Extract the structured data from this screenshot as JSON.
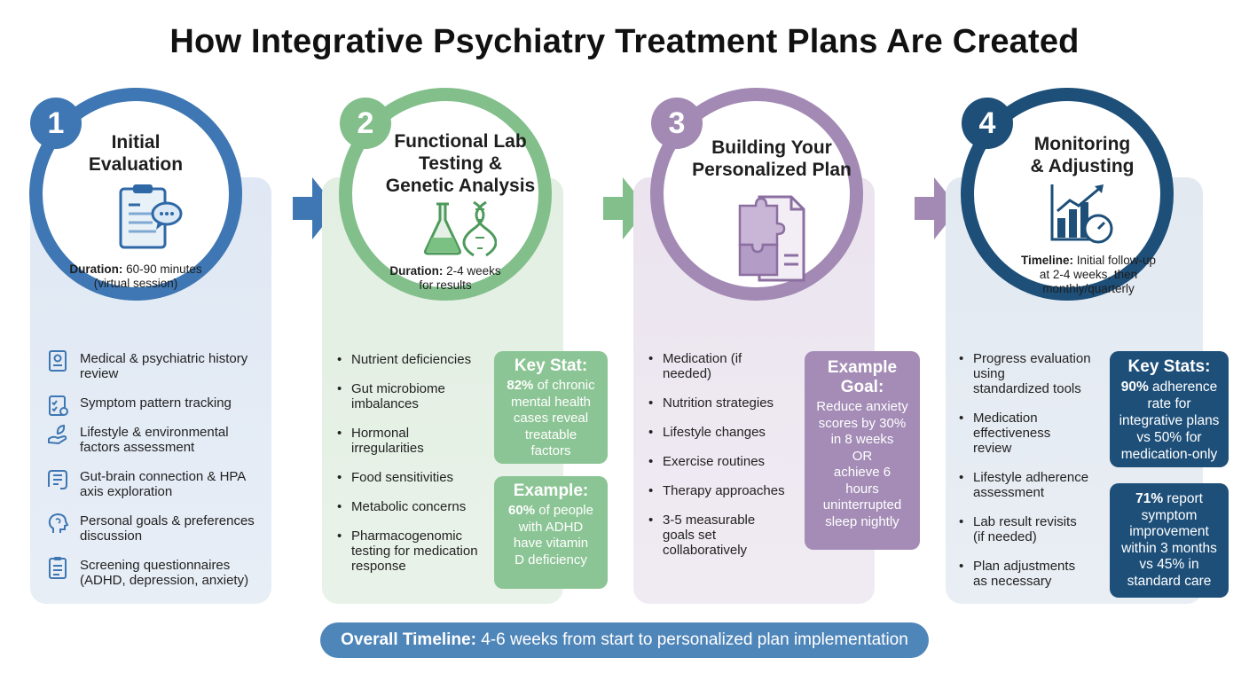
{
  "title": "How Integrative Psychiatry Treatment Plans Are Created",
  "colors": {
    "blue": "#3e77b3",
    "green": "#82bf8b",
    "purple": "#a38ab4",
    "navy": "#1d4f79"
  },
  "steps": [
    {
      "number": "1",
      "title_lines": [
        "Initial",
        "Evaluation"
      ],
      "icon": "clipboard-chat-icon",
      "note_label": "Duration:",
      "note_lines": [
        " 60-90 minutes",
        "(virtual session)"
      ],
      "items": [
        {
          "icon": "medical-record-icon",
          "lines": [
            "Medical & psychiatric history",
            "review"
          ]
        },
        {
          "icon": "checklist-icon",
          "lines": [
            "Symptom pattern tracking"
          ]
        },
        {
          "icon": "hand-leaf-icon",
          "lines": [
            "Lifestyle & environmental",
            "factors assessment"
          ]
        },
        {
          "icon": "intestine-icon",
          "lines": [
            "Gut-brain connection & HPA",
            "axis exploration"
          ]
        },
        {
          "icon": "head-profile-icon",
          "lines": [
            "Personal goals & preferences",
            "discussion"
          ]
        },
        {
          "icon": "questionnaire-icon",
          "lines": [
            "Screening questionnaires",
            "(ADHD, depression, anxiety)"
          ]
        }
      ]
    },
    {
      "number": "2",
      "title_lines": [
        "Functional Lab",
        "Testing &",
        "Genetic Analysis"
      ],
      "icon": "flask-dna-icon",
      "note_label": "Duration:",
      "note_lines": [
        " 2-4 weeks",
        "for results"
      ],
      "items": [
        {
          "lines": [
            "Nutrient deficiencies"
          ]
        },
        {
          "lines": [
            "Gut microbiome",
            "imbalances"
          ]
        },
        {
          "lines": [
            "Hormonal",
            "irregularities"
          ]
        },
        {
          "lines": [
            "Food sensitivities"
          ]
        },
        {
          "lines": [
            "Metabolic concerns"
          ]
        },
        {
          "lines": [
            "Pharmacogenomic",
            "testing for medication",
            "response"
          ]
        }
      ],
      "stats": [
        {
          "head": "Key Stat:",
          "bold": "82%",
          "lines": [
            " of chronic",
            "mental health",
            "cases reveal",
            "treatable",
            "factors"
          ]
        },
        {
          "head": "Example:",
          "bold": "60%",
          "lines": [
            " of people",
            "with ADHD",
            "have vitamin",
            "D deficiency"
          ]
        }
      ]
    },
    {
      "number": "3",
      "title_lines": [
        "Building Your",
        "Personalized Plan"
      ],
      "icon": "puzzle-document-icon",
      "items": [
        {
          "lines": [
            "Medication (if",
            "needed)"
          ]
        },
        {
          "lines": [
            "Nutrition strategies"
          ]
        },
        {
          "lines": [
            "Lifestyle changes"
          ]
        },
        {
          "lines": [
            "Exercise routines"
          ]
        },
        {
          "lines": [
            "Therapy approaches"
          ]
        },
        {
          "lines": [
            "3-5 measurable",
            "goals set",
            "collaboratively"
          ]
        }
      ],
      "stats": [
        {
          "head_lines": [
            "Example",
            "Goal:"
          ],
          "lines": [
            "Reduce anxiety",
            "scores by 30%",
            "in 8 weeks",
            "OR",
            "achieve 6",
            "hours",
            "uninterrupted",
            "sleep nightly"
          ]
        }
      ]
    },
    {
      "number": "4",
      "title_lines": [
        "Monitoring",
        "& Adjusting"
      ],
      "icon": "chart-gauge-icon",
      "note_label": "Timeline:",
      "note_lines": [
        " Initial follow-up",
        "at 2-4 weeks, then",
        "monthly/quarterly"
      ],
      "items": [
        {
          "lines": [
            "Progress evaluation",
            "using",
            "standardized tools"
          ]
        },
        {
          "lines": [
            "Medication",
            "effectiveness",
            "review"
          ]
        },
        {
          "lines": [
            "Lifestyle adherence",
            "assessment"
          ]
        },
        {
          "lines": [
            "Lab result revisits",
            "(if needed)"
          ]
        },
        {
          "lines": [
            "Plan adjustments",
            "as necessary"
          ]
        }
      ],
      "stats": [
        {
          "head": "Key Stats:",
          "bold": "90%",
          "lines": [
            " adherence",
            "rate for",
            "integrative plans",
            "vs 50% for",
            "medication-only"
          ]
        },
        {
          "bold": "71%",
          "lines": [
            " report",
            "symptom",
            "improvement",
            "within 3 months",
            "vs 45% in",
            "standard care"
          ]
        }
      ]
    }
  ],
  "timeline": {
    "label": "Overall Timeline:",
    "text": " 4-6 weeks from start to personalized plan implementation"
  }
}
